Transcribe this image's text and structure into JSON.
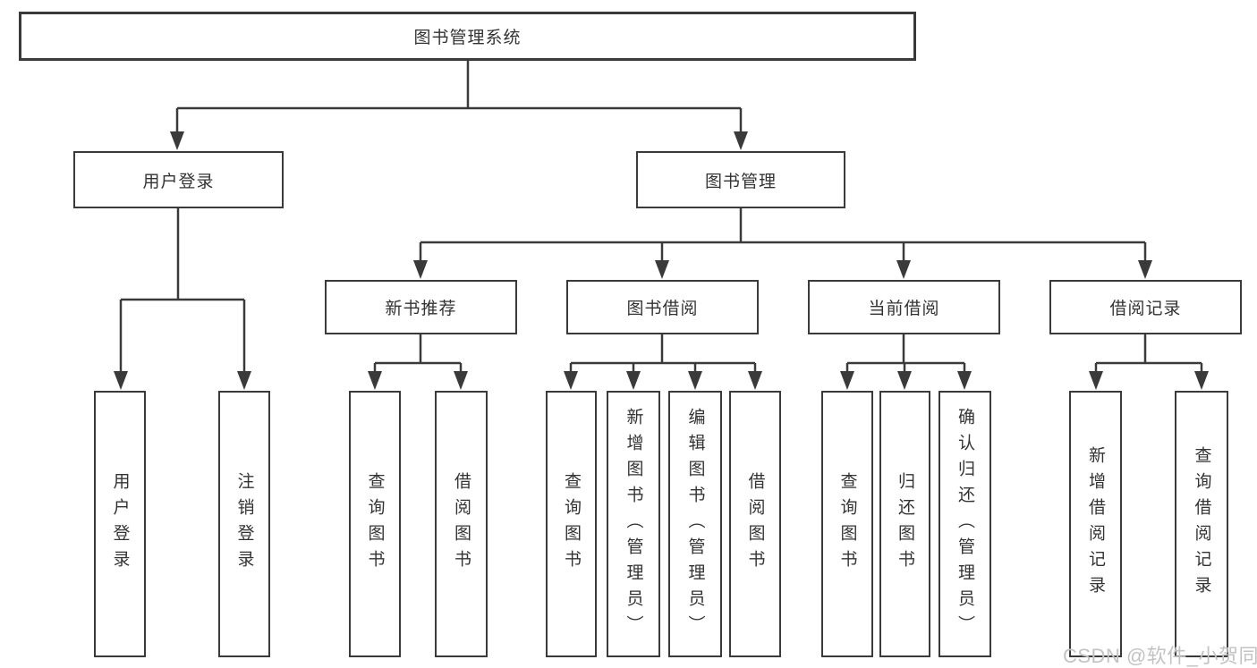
{
  "nodes": {
    "root": {
      "label": "图书管理系统"
    },
    "level2": [
      {
        "label": "用户登录"
      },
      {
        "label": "图书管理"
      }
    ],
    "level3": [
      {
        "label": "新书推荐"
      },
      {
        "label": "图书借阅"
      },
      {
        "label": "当前借阅"
      },
      {
        "label": "借阅记录"
      }
    ],
    "leaves": [
      {
        "label": "用户登录"
      },
      {
        "label": "注销登录"
      },
      {
        "label": "查询图书"
      },
      {
        "label": "借阅图书"
      },
      {
        "label": "查询图书"
      },
      {
        "label": "新增图书（管理员）"
      },
      {
        "label": "编辑图书（管理员）"
      },
      {
        "label": "借阅图书"
      },
      {
        "label": "查询图书"
      },
      {
        "label": "归还图书"
      },
      {
        "label": "确认归还（管理员）"
      },
      {
        "label": "新增借阅记录"
      },
      {
        "label": "查询借阅记录"
      }
    ]
  },
  "watermark": {
    "text": "CSDN @软件_小贺同学"
  },
  "colors": {
    "line": "#3a3a3a",
    "border": "#3a3a3a",
    "fill": "#ffffff",
    "text": "#333333",
    "watermark": "#c3c3c3",
    "background": "#ffffff"
  }
}
